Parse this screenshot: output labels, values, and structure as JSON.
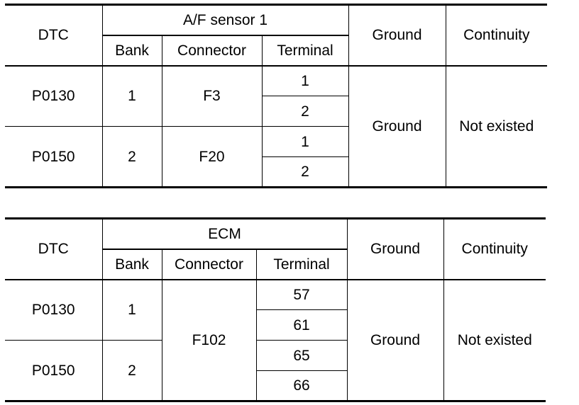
{
  "tables": [
    {
      "group_header": "A/F sensor 1",
      "headers": {
        "dtc": "DTC",
        "bank": "Bank",
        "connector": "Connector",
        "terminal": "Terminal",
        "ground": "Ground",
        "continuity": "Continuity"
      },
      "rows": [
        {
          "dtc": "P0130",
          "bank": "1",
          "connector": "F3",
          "terminals": [
            "1",
            "2"
          ]
        },
        {
          "dtc": "P0150",
          "bank": "2",
          "connector": "F20",
          "terminals": [
            "1",
            "2"
          ]
        }
      ],
      "ground_value": "Ground",
      "continuity_value": "Not existed"
    },
    {
      "group_header": "ECM",
      "headers": {
        "dtc": "DTC",
        "bank": "Bank",
        "connector": "Connector",
        "terminal": "Terminal",
        "ground": "Ground",
        "continuity": "Continuity"
      },
      "rows": [
        {
          "dtc": "P0130",
          "bank": "1",
          "terminals": [
            "57",
            "61"
          ]
        },
        {
          "dtc": "P0150",
          "bank": "2",
          "terminals": [
            "65",
            "66"
          ]
        }
      ],
      "connector_value": "F102",
      "ground_value": "Ground",
      "continuity_value": "Not existed"
    }
  ]
}
